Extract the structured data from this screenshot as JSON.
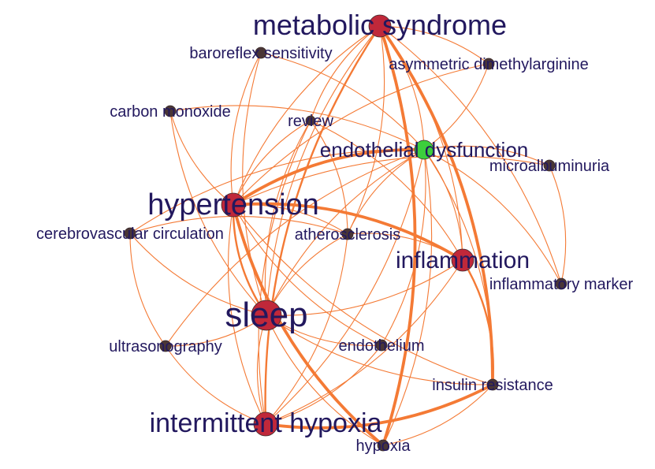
{
  "colors": {
    "edge": "#f47a35",
    "node_major": "#c0283a",
    "node_minor": "#4a3636",
    "node_highlight": "#3ccf3c",
    "label": "#22185e",
    "background": "#ffffff"
  },
  "nodes": [
    {
      "id": "metabolic-syndrome",
      "label": "metabolic syndrome",
      "kind": "major"
    },
    {
      "id": "baroreflex-sensitivity",
      "label": "baroreflex sensitivity",
      "kind": "minor"
    },
    {
      "id": "asymmetric-dimethylarginine",
      "label": "asymmetric dimethylarginine",
      "kind": "minor"
    },
    {
      "id": "carbon-monoxide",
      "label": "carbon monoxide",
      "kind": "minor"
    },
    {
      "id": "review",
      "label": "review",
      "kind": "minor"
    },
    {
      "id": "endothelial-dysfunction",
      "label": "endothelial dysfunction",
      "kind": "highlight"
    },
    {
      "id": "microalbuminuria",
      "label": "microalbuminuria",
      "kind": "minor"
    },
    {
      "id": "hypertension",
      "label": "hypertension",
      "kind": "major"
    },
    {
      "id": "cerebrovascular-circulation",
      "label": "cerebrovascular circulation",
      "kind": "minor"
    },
    {
      "id": "atherosclerosis",
      "label": "atherosclerosis",
      "kind": "minor"
    },
    {
      "id": "inflammation",
      "label": "inflammation",
      "kind": "major"
    },
    {
      "id": "inflammatory-marker",
      "label": "inflammatory marker",
      "kind": "minor"
    },
    {
      "id": "sleep",
      "label": "sleep",
      "kind": "major"
    },
    {
      "id": "ultrasonography",
      "label": "ultrasonography",
      "kind": "minor"
    },
    {
      "id": "endothelium",
      "label": "endothelium",
      "kind": "minor"
    },
    {
      "id": "insulin-resistance",
      "label": "insulin resistance",
      "kind": "minor"
    },
    {
      "id": "intermittent-hypoxia",
      "label": "intermittent hypoxia",
      "kind": "major"
    },
    {
      "id": "hypoxia",
      "label": "hypoxia",
      "kind": "minor"
    }
  ],
  "edges": [
    {
      "from": "metabolic-syndrome",
      "to": "hypoxia",
      "weight": 3
    },
    {
      "from": "metabolic-syndrome",
      "to": "insulin-resistance",
      "weight": 3
    },
    {
      "from": "metabolic-syndrome",
      "to": "intermittent-hypoxia",
      "weight": 2
    },
    {
      "from": "metabolic-syndrome",
      "to": "endothelial-dysfunction",
      "weight": 1
    },
    {
      "from": "metabolic-syndrome",
      "to": "hypertension",
      "weight": 1
    },
    {
      "from": "metabolic-syndrome",
      "to": "atherosclerosis",
      "weight": 1
    },
    {
      "from": "metabolic-syndrome",
      "to": "inflammation",
      "weight": 1
    },
    {
      "from": "metabolic-syndrome",
      "to": "sleep",
      "weight": 1
    },
    {
      "from": "metabolic-syndrome",
      "to": "asymmetric-dimethylarginine",
      "weight": 1
    },
    {
      "from": "metabolic-syndrome",
      "to": "inflammatory-marker",
      "weight": 1
    },
    {
      "from": "metabolic-syndrome",
      "to": "review",
      "weight": 1
    },
    {
      "from": "baroreflex-sensitivity",
      "to": "hypertension",
      "weight": 1
    },
    {
      "from": "baroreflex-sensitivity",
      "to": "sleep",
      "weight": 1
    },
    {
      "from": "baroreflex-sensitivity",
      "to": "endothelial-dysfunction",
      "weight": 1
    },
    {
      "from": "asymmetric-dimethylarginine",
      "to": "endothelial-dysfunction",
      "weight": 1
    },
    {
      "from": "asymmetric-dimethylarginine",
      "to": "hypertension",
      "weight": 1
    },
    {
      "from": "carbon-monoxide",
      "to": "hypertension",
      "weight": 1
    },
    {
      "from": "carbon-monoxide",
      "to": "endothelial-dysfunction",
      "weight": 1
    },
    {
      "from": "carbon-monoxide",
      "to": "sleep",
      "weight": 1
    },
    {
      "from": "review",
      "to": "hypertension",
      "weight": 1
    },
    {
      "from": "review",
      "to": "sleep",
      "weight": 1
    },
    {
      "from": "review",
      "to": "inflammation",
      "weight": 1
    },
    {
      "from": "review",
      "to": "intermittent-hypoxia",
      "weight": 1
    },
    {
      "from": "review",
      "to": "atherosclerosis",
      "weight": 1
    },
    {
      "from": "endothelial-dysfunction",
      "to": "hypertension",
      "weight": 3
    },
    {
      "from": "endothelial-dysfunction",
      "to": "sleep",
      "weight": 1
    },
    {
      "from": "endothelial-dysfunction",
      "to": "intermittent-hypoxia",
      "weight": 1
    },
    {
      "from": "endothelial-dysfunction",
      "to": "inflammation",
      "weight": 1
    },
    {
      "from": "endothelial-dysfunction",
      "to": "atherosclerosis",
      "weight": 1
    },
    {
      "from": "endothelial-dysfunction",
      "to": "endothelium",
      "weight": 1
    },
    {
      "from": "endothelial-dysfunction",
      "to": "insulin-resistance",
      "weight": 1
    },
    {
      "from": "endothelial-dysfunction",
      "to": "ultrasonography",
      "weight": 1
    },
    {
      "from": "endothelial-dysfunction",
      "to": "microalbuminuria",
      "weight": 1
    },
    {
      "from": "endothelial-dysfunction",
      "to": "cerebrovascular-circulation",
      "weight": 1
    },
    {
      "from": "endothelial-dysfunction",
      "to": "hypoxia",
      "weight": 1
    },
    {
      "from": "endothelial-dysfunction",
      "to": "inflammatory-marker",
      "weight": 1
    },
    {
      "from": "microalbuminuria",
      "to": "hypertension",
      "weight": 1
    },
    {
      "from": "microalbuminuria",
      "to": "inflammatory-marker",
      "weight": 1
    },
    {
      "from": "hypertension",
      "to": "hypoxia",
      "weight": 3
    },
    {
      "from": "hypertension",
      "to": "inflammation",
      "weight": 3
    },
    {
      "from": "hypertension",
      "to": "sleep",
      "weight": 2
    },
    {
      "from": "hypertension",
      "to": "intermittent-hypoxia",
      "weight": 1
    },
    {
      "from": "hypertension",
      "to": "insulin-resistance",
      "weight": 1
    },
    {
      "from": "hypertension",
      "to": "atherosclerosis",
      "weight": 1
    },
    {
      "from": "hypertension",
      "to": "endothelium",
      "weight": 1
    },
    {
      "from": "cerebrovascular-circulation",
      "to": "atherosclerosis",
      "weight": 1
    },
    {
      "from": "cerebrovascular-circulation",
      "to": "ultrasonography",
      "weight": 1
    },
    {
      "from": "cerebrovascular-circulation",
      "to": "sleep",
      "weight": 1
    },
    {
      "from": "atherosclerosis",
      "to": "intermittent-hypoxia",
      "weight": 1
    },
    {
      "from": "atherosclerosis",
      "to": "sleep",
      "weight": 1
    },
    {
      "from": "atherosclerosis",
      "to": "inflammation",
      "weight": 1
    },
    {
      "from": "inflammation",
      "to": "insulin-resistance",
      "weight": 2
    },
    {
      "from": "inflammation",
      "to": "sleep",
      "weight": 1
    },
    {
      "from": "inflammation",
      "to": "intermittent-hypoxia",
      "weight": 1
    },
    {
      "from": "sleep",
      "to": "ultrasonography",
      "weight": 1
    },
    {
      "from": "sleep",
      "to": "insulin-resistance",
      "weight": 1
    },
    {
      "from": "sleep",
      "to": "intermittent-hypoxia",
      "weight": 1
    },
    {
      "from": "sleep",
      "to": "hypoxia",
      "weight": 1
    },
    {
      "from": "sleep",
      "to": "endothelium",
      "weight": 1
    },
    {
      "from": "endothelium",
      "to": "intermittent-hypoxia",
      "weight": 1
    },
    {
      "from": "intermittent-hypoxia",
      "to": "insulin-resistance",
      "weight": 3
    },
    {
      "from": "insulin-resistance",
      "to": "hypoxia",
      "weight": 1
    },
    {
      "from": "ultrasonography",
      "to": "intermittent-hypoxia",
      "weight": 1
    }
  ]
}
